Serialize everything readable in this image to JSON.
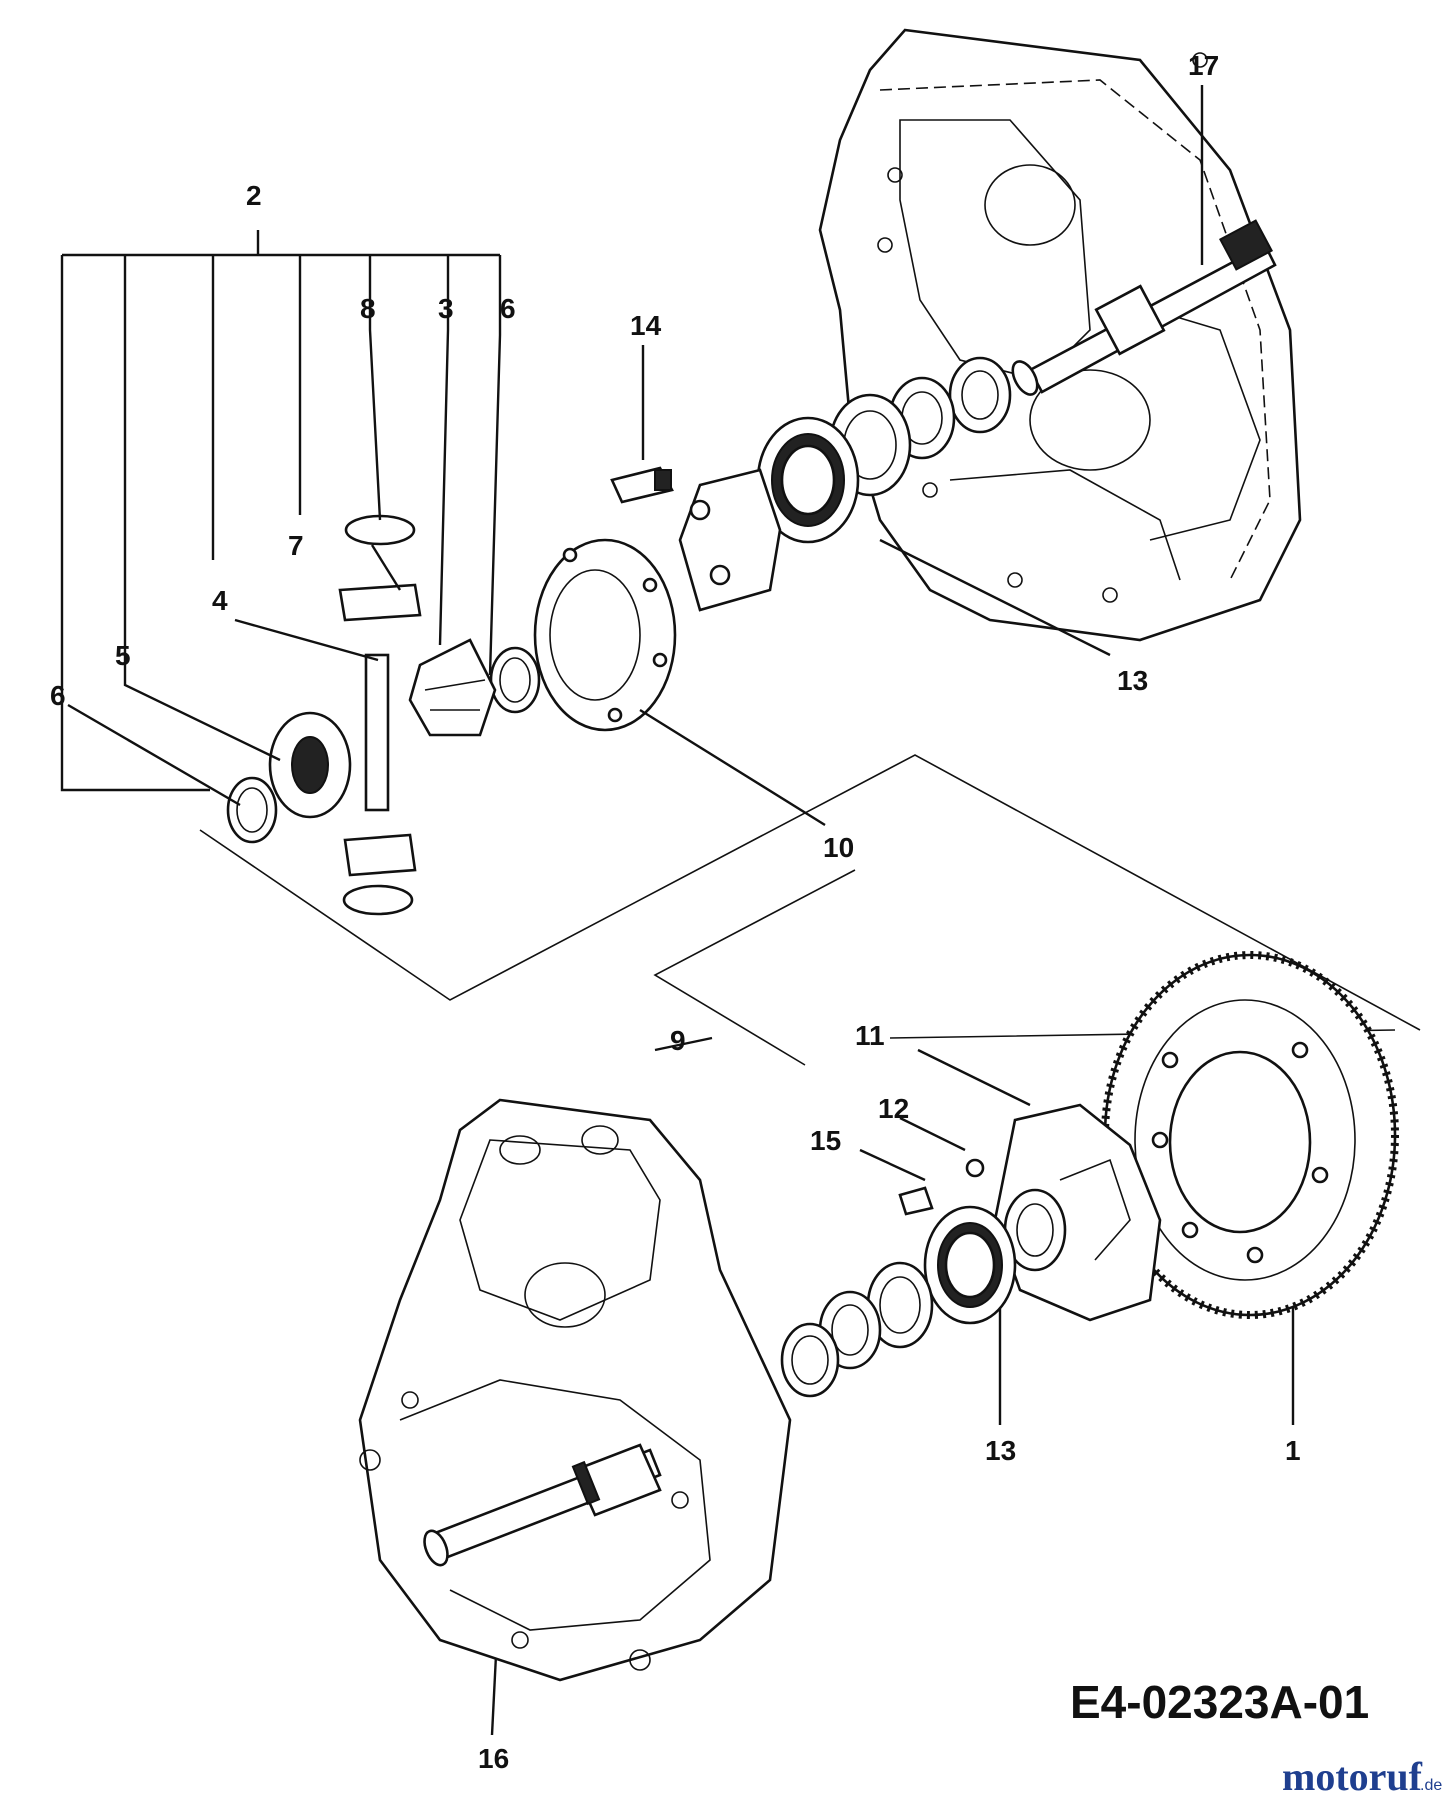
{
  "callouts": {
    "c1": "1",
    "c2": "2",
    "c3": "3",
    "c4": "4",
    "c5": "5",
    "c6a": "6",
    "c6b": "6",
    "c7": "7",
    "c8": "8",
    "c9": "9",
    "c10": "10",
    "c11": "11",
    "c12": "12",
    "c13a": "13",
    "c13b": "13",
    "c14": "14",
    "c15": "15",
    "c16": "16",
    "c17": "17"
  },
  "drawing_code": "E4-02323A-01",
  "watermark": {
    "name": "motoruf",
    "suffix": ".de",
    "colors": {
      "primary": "#1f3f8f",
      "accent": "#e6a20a"
    }
  }
}
